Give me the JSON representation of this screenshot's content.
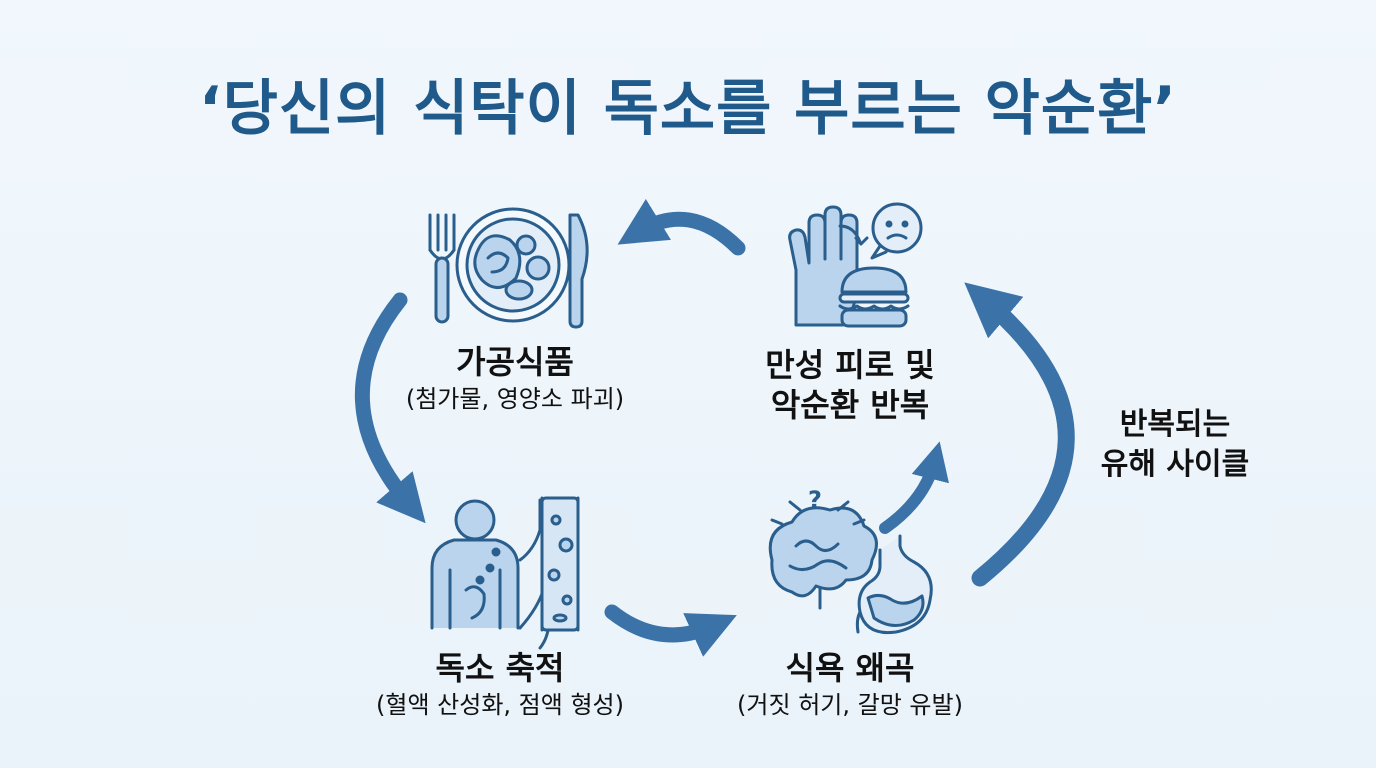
{
  "title": "‘당신의 식탁이 독소를 부르는 악순환’",
  "nodes": [
    {
      "id": "processed",
      "title": "가공식품",
      "subtitle": "(첨가물, 영양소 파괴)",
      "icon": "plate-fork-knife-icon"
    },
    {
      "id": "fatigue",
      "title_line1": "만성 피로 및",
      "title_line2": "악순환 반복",
      "icon": "hand-stop-burger-icon"
    },
    {
      "id": "toxin",
      "title": "독소 축적",
      "subtitle": "(혈액 산성화, 점액 형성)",
      "icon": "body-blood-vessel-icon"
    },
    {
      "id": "appetite",
      "title": "식욕 왜곡",
      "subtitle": "(거짓 허기, 갈망 유발)",
      "icon": "brain-stomach-icon"
    }
  ],
  "cycle_label": {
    "line1": "반복되는",
    "line2": "유해 사이클"
  },
  "colors": {
    "title": "#1f5a8a",
    "arrow": "#3b73a8",
    "icon_stroke": "#2a5e8c",
    "icon_fill": "#b9d4ec"
  }
}
